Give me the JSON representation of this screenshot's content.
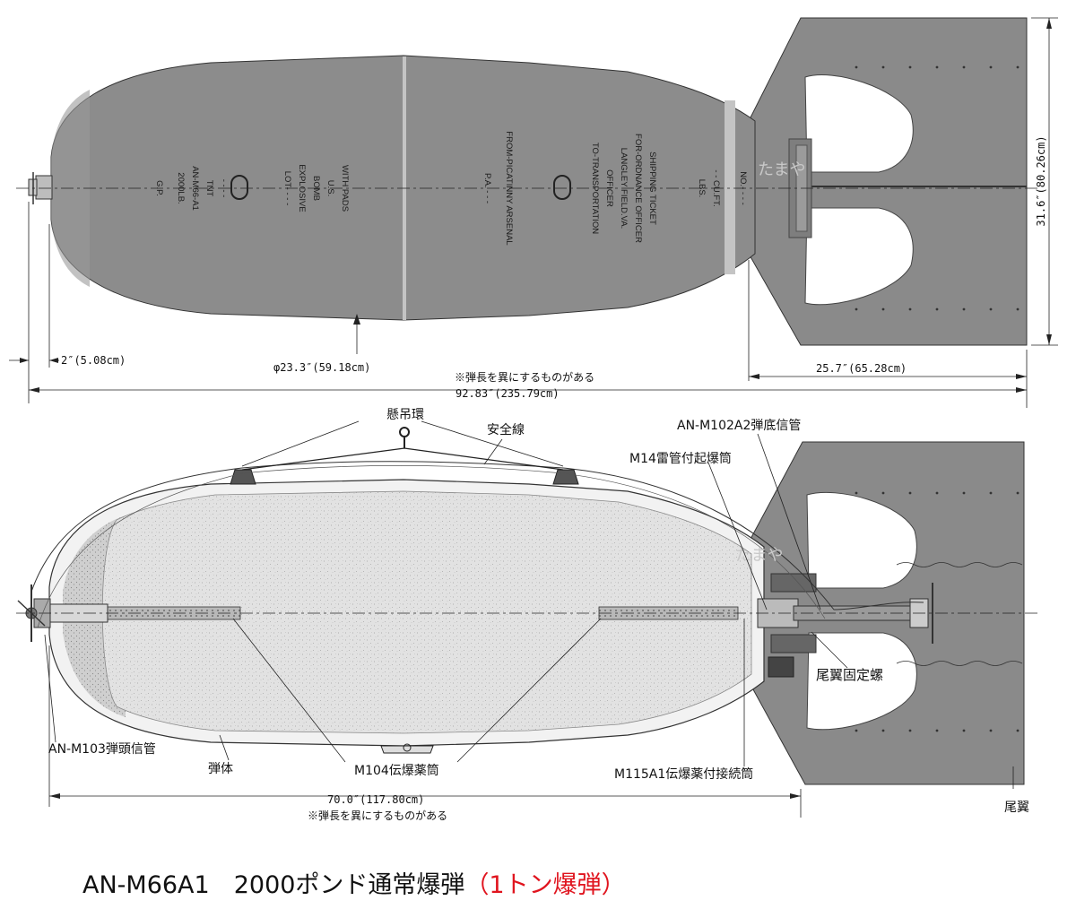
{
  "top_view": {
    "stencil": [
      "G.P.",
      "2000LB.",
      "AN-M66-A1",
      "TNT",
      "- - - -",
      "LOT- - - -",
      "EXPLOSIVE",
      "BOMB",
      "U.S.",
      "WITH PADS",
      "P.A.  - - -",
      "FROM-PICATINNY  ARSENAL",
      "TO-TRANSPORTATION",
      "OFFICER",
      "LANGLEY  FIELD.VA.",
      "FOR-ORDNANCE  OFFICER",
      "SHIPPING  TICKET",
      "LBS.",
      "- - CU.FT.",
      "NO.- - - -"
    ],
    "watermark": "たまや"
  },
  "dimensions": {
    "fuze_length": "2″(5.08cm)",
    "diameter": "φ23.3″(59.18cm)",
    "note_top": "※弾長を異にするものがある",
    "total_length": "92.83″(235.79cm)",
    "fin_length": "25.7″(65.28cm)",
    "fin_span": "31.6″(80.26cm)",
    "body_length": "70.0″(117.80cm)",
    "note_bottom": "※弾長を異にするものがある"
  },
  "callouts": {
    "suspension_lug": "懸吊環",
    "arming_wire": "安全線",
    "tail_fuze": "AN-M102A2弾底信管",
    "booster_m14": "M14雷管付起爆筒",
    "fin_lock_nut": "尾翼固定螺",
    "nose_fuze": "AN-M103弾頭信管",
    "bomb_body": "弾体",
    "booster_m104": "M104伝爆薬筒",
    "adapter_booster": "M115A1伝爆薬付接続筒",
    "tail_fin": "尾翼"
  },
  "title": {
    "main": "AN-M66A1　2000ポンド通常爆弾",
    "sub": "（1トン爆弾）"
  },
  "colors": {
    "body_gray": "#8c8c8c",
    "fin_gray": "#8a8a8a",
    "band": "#c4c4c4",
    "explosive": "#e2e2e2",
    "title_red": "#e0141e"
  }
}
